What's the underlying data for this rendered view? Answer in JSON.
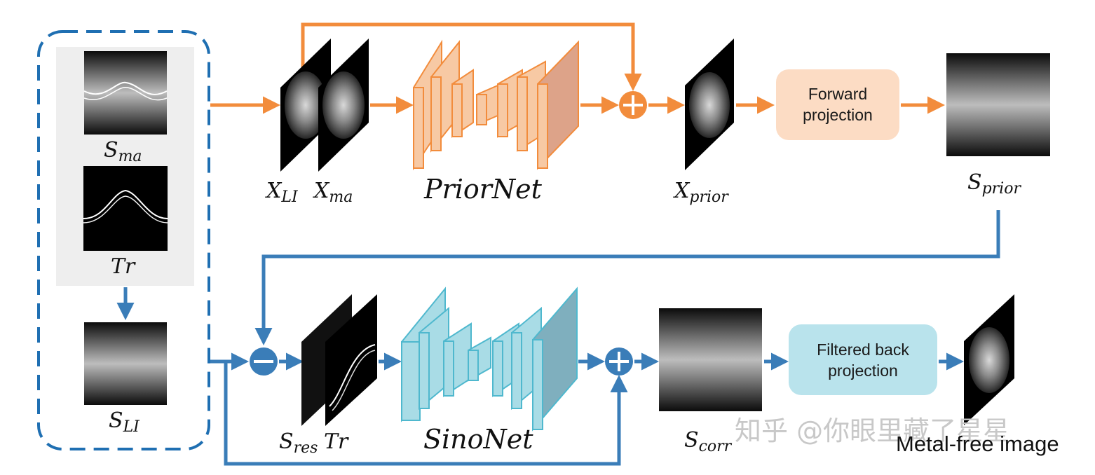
{
  "labels": {
    "s_ma": {
      "base": "S",
      "sub": "ma"
    },
    "tr_top": "Tr",
    "s_li": {
      "base": "S",
      "sub": "LI"
    },
    "x_li": {
      "base": "X",
      "sub": "LI"
    },
    "x_ma": {
      "base": "X",
      "sub": "ma"
    },
    "prior_net": "PriorNet",
    "x_prior": {
      "base": "X",
      "sub": "prior"
    },
    "s_prior": {
      "base": "S",
      "sub": "prior"
    },
    "s_res": {
      "base": "S",
      "sub": "res"
    },
    "tr_bottom": "Tr",
    "sino_net": "SinoNet",
    "s_corr": {
      "base": "S",
      "sub": "corr"
    },
    "metal_free": "Metal-free image"
  },
  "boxes": {
    "forward_projection": [
      "Forward",
      "projection"
    ],
    "filtered_back_projection": [
      "Filtered back",
      "projection"
    ]
  },
  "watermark": "知乎 @你眼里藏了星星",
  "colors": {
    "orange": "#F28C3C",
    "orange_fill": "#F7C9A4",
    "orange_box": "#FCDCC4",
    "blue": "#3A7DB8",
    "dash_blue": "#1F6FB2",
    "teal_fill": "#A9DCE6",
    "teal_stroke": "#4FB8CE",
    "teal_box": "#B9E3EC"
  }
}
